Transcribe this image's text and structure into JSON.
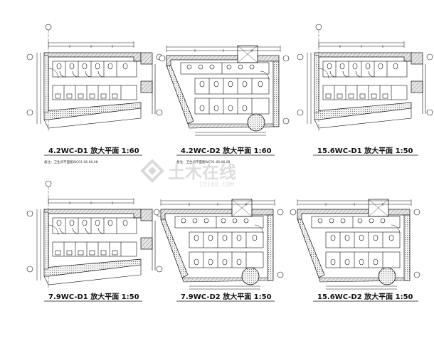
{
  "plans": [
    {
      "title": "4.2WC-D1  放大平面  1:60",
      "note": "备注：卫生间平面图WC01-06,06,08"
    },
    {
      "title": "4.2WC-D2  放大平面  1:60",
      "note": "备注：卫生间平面图WC01-06,06,08"
    },
    {
      "title": "15.6WC-D1  放大平面  1:50",
      "note": ""
    },
    {
      "title": "7.9WC-D1  放大平面  1:50",
      "note": ""
    },
    {
      "title": "7.9WC-D2  放大平面  1:50",
      "note": ""
    },
    {
      "title": "15.6WC-D2  放大平面  1:50",
      "note": ""
    }
  ],
  "watermark": {
    "brand": "土木在线",
    "site": "COI88.COM"
  },
  "colors": {
    "line": "#111111",
    "wall_fill": "#bfbfbf",
    "watermark": "#d8d8d8"
  },
  "icons": [
    "grid-axis-bubble",
    "door-swing-arc",
    "toilet-fixture",
    "wash-basin"
  ]
}
